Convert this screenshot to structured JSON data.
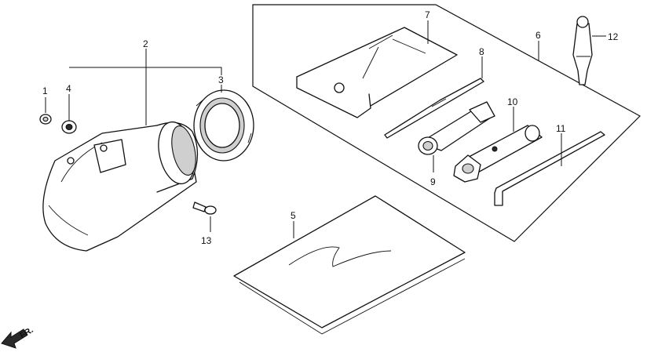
{
  "callouts": {
    "c1": "1",
    "c2": "2",
    "c3": "3",
    "c4": "4",
    "c5": "5",
    "c6": "6",
    "c7": "7",
    "c8": "8",
    "c9": "9",
    "c10": "10",
    "c11": "11",
    "c12": "12",
    "c13": "13"
  },
  "direction": {
    "label": "FR."
  }
}
